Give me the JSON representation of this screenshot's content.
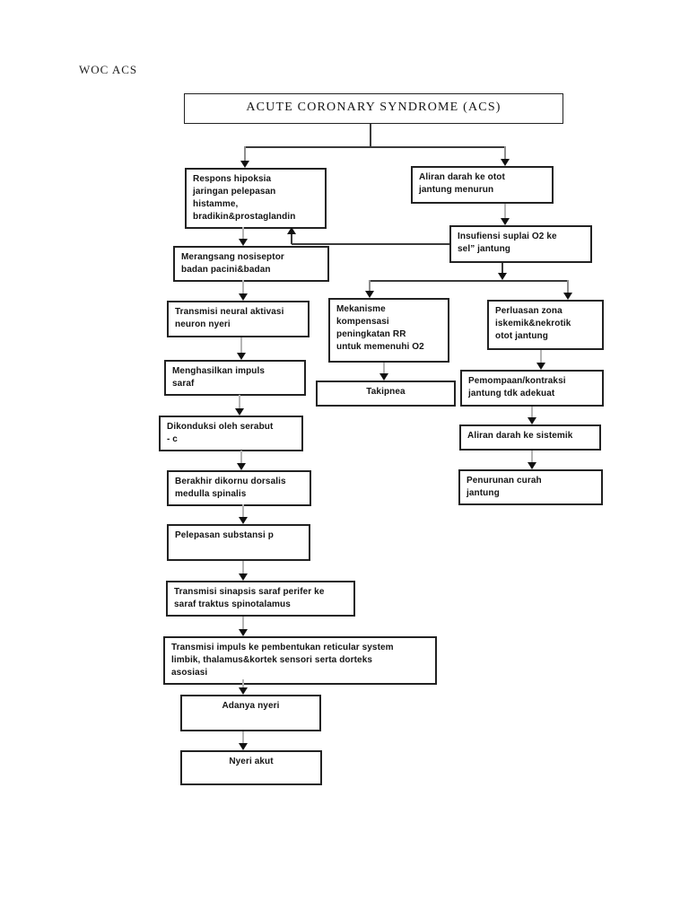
{
  "page": {
    "doc_label": "WOC ACS"
  },
  "diagram": {
    "root": {
      "label": "ACUTE CORONARY SYNDROME  (ACS)"
    },
    "boxes": {
      "respons": {
        "text": "Respons hipoksia\njaringan pelepasan\nhistamme,\nbradikin&prostaglandin"
      },
      "merangsang": {
        "text": "Merangsang nosiseptor\nbadan pacini&badan"
      },
      "transmisi_neural": {
        "text": "Transmisi neural aktivasi\nneuron nyeri"
      },
      "menghasilkan": {
        "text": "Menghasilkan impuls\nsaraf"
      },
      "dikonduksi": {
        "text": "Dikonduksi oleh serabut\n- c"
      },
      "berakhir": {
        "text": "Berakhir dikornu dorsalis\nmedulla spinalis"
      },
      "pelepasan": {
        "text": "Pelepasan substansi p"
      },
      "transmisi_sinapsis": {
        "text": "Transmisi sinapsis saraf perifer ke\nsaraf traktus spinotalamus"
      },
      "transmisi_impuls": {
        "text": "Transmisi impuls ke pembentukan reticular system\nlimbik, thalamus&kortek sensori serta dorteks\nasosiasi"
      },
      "adanya_nyeri": {
        "text": "Adanya nyeri"
      },
      "nyeri_akut": {
        "text": "Nyeri akut"
      },
      "aliran_otot": {
        "text": "Aliran darah ke otot\njantung menurun"
      },
      "insufiensi": {
        "text": "Insufiensi suplai O2 ke\nsel” jantung"
      },
      "mekanisme": {
        "text": "Mekanisme\nkompensasi\npeningkatan RR\nuntuk memenuhi O2"
      },
      "takipnea": {
        "text": "Takipnea"
      },
      "perluasan": {
        "text": "Perluasan zona\niskemik&nekrotik\notot jantung"
      },
      "pemompaan": {
        "text": "Pemompaan/kontraksi\njantung tdk adekuat"
      },
      "aliran_sistemik": {
        "text": "Aliran darah ke sistemik"
      },
      "penurunan": {
        "text": "Penurunan curah\njantung"
      }
    },
    "colors": {
      "line": "#3a3a3a",
      "connector_gray": "#b5b5b5",
      "arrowhead": "#111111",
      "border": "#222222"
    }
  }
}
